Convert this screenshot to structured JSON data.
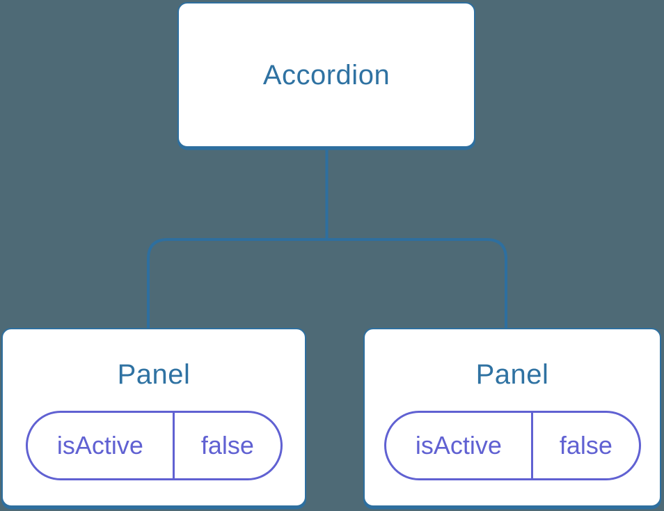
{
  "colors": {
    "background": "#4e6a76",
    "node_fill": "#ffffff",
    "line_blue": "#2e6f9f",
    "title_blue": "#2f72a2",
    "state_purple": "#6061d2"
  },
  "tree": {
    "root": {
      "label": "Accordion"
    },
    "children": [
      {
        "label": "Panel",
        "state": {
          "key": "isActive",
          "value": "false"
        }
      },
      {
        "label": "Panel",
        "state": {
          "key": "isActive",
          "value": "false"
        }
      }
    ]
  }
}
